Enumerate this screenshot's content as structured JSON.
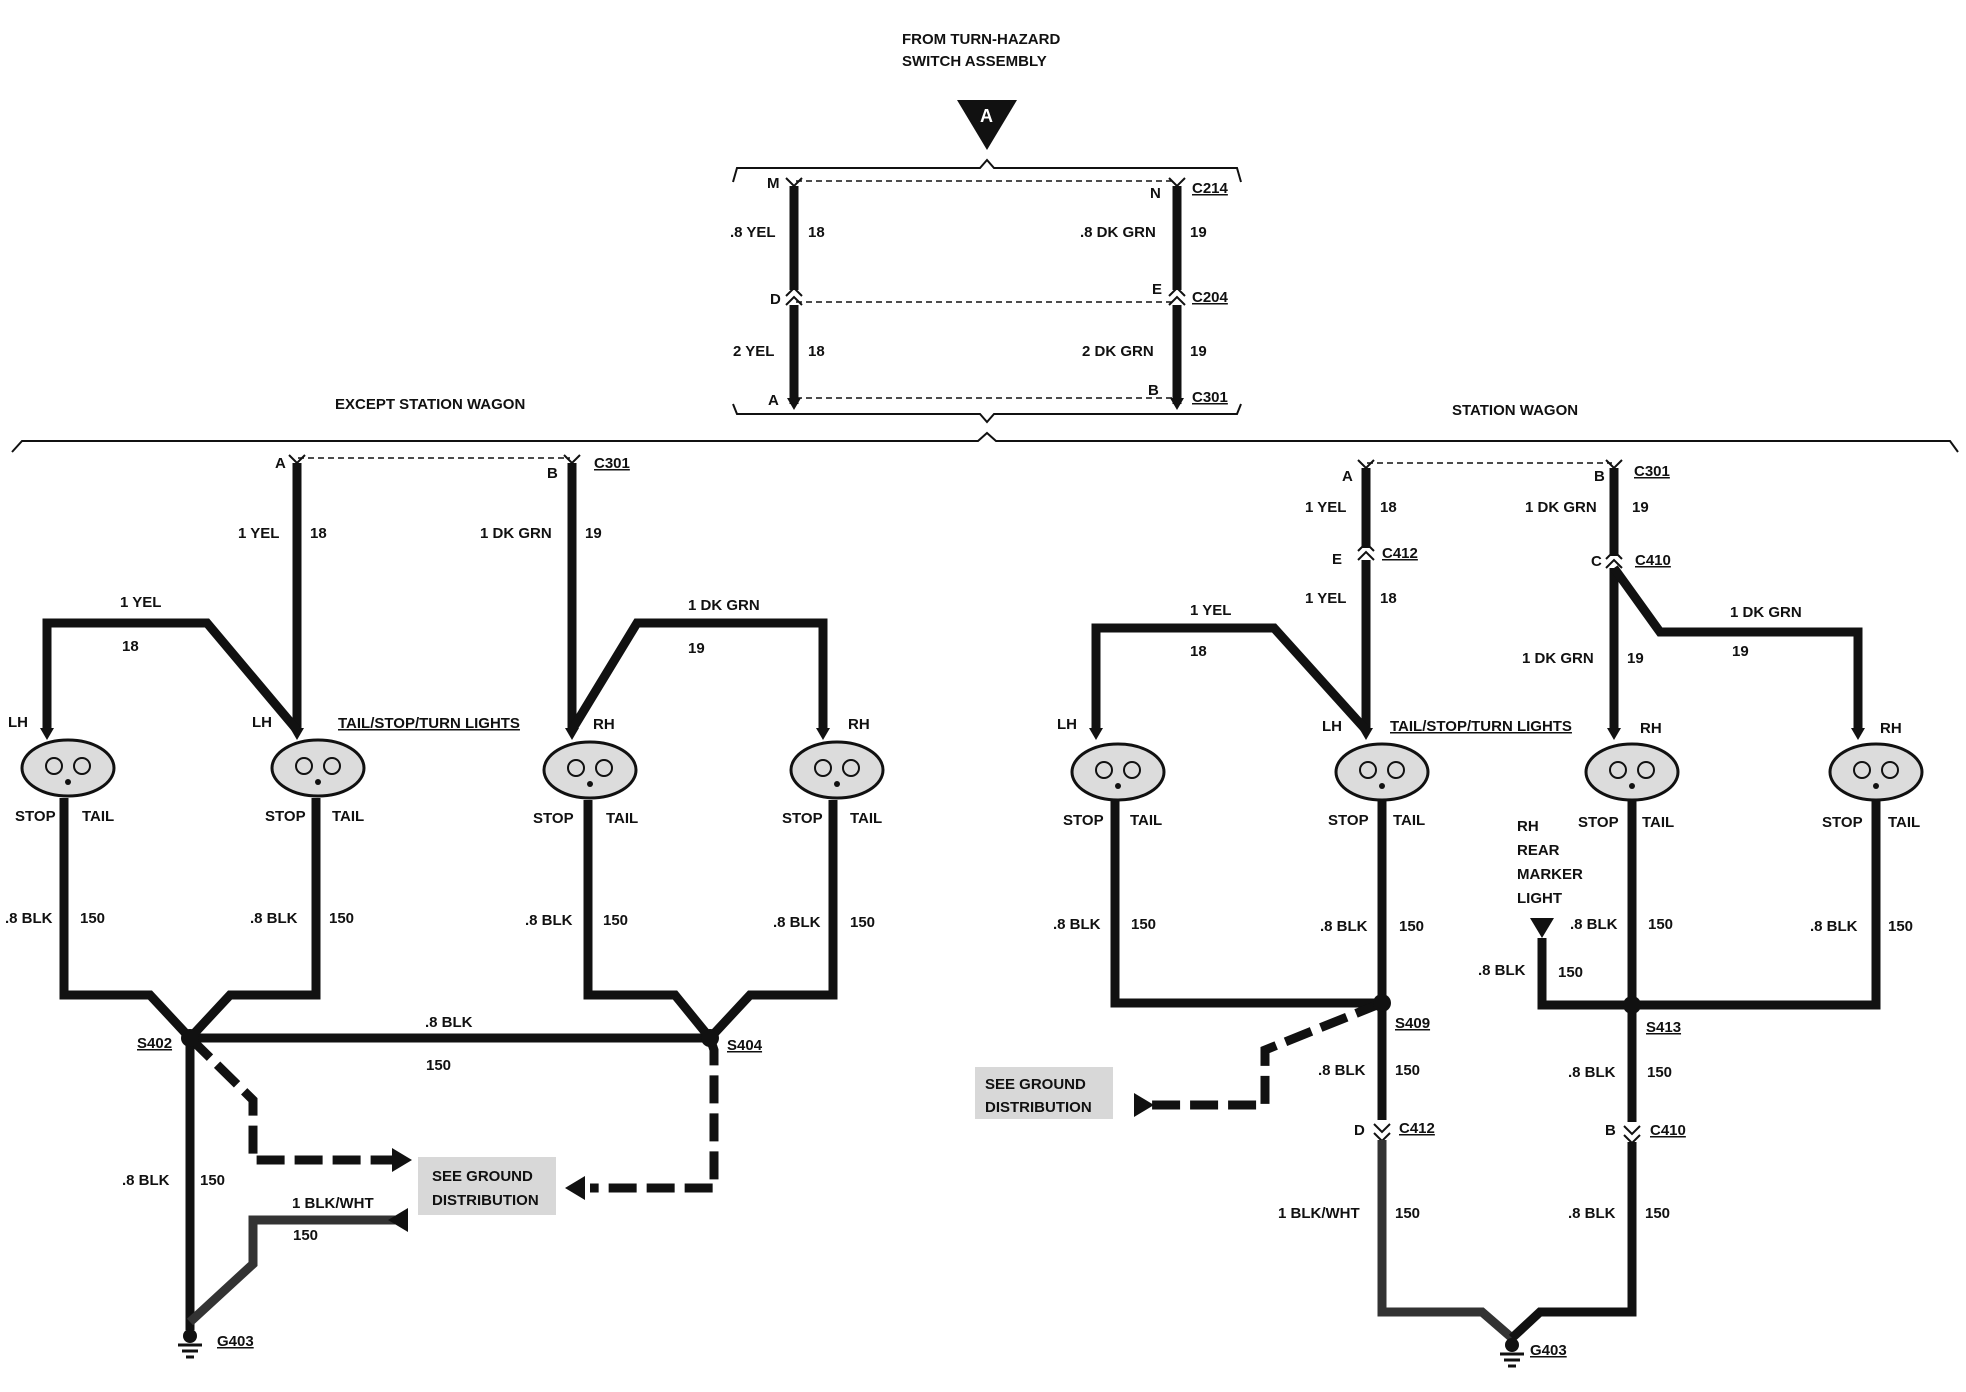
{
  "header": {
    "line1": "FROM TURN-HAZARD",
    "line2": "SWITCH ASSEMBLY",
    "marker": "A"
  },
  "sections": {
    "except": "EXCEPT STATION WAGON",
    "wagon": "STATION WAGON"
  },
  "connectors": {
    "c214": "C214",
    "c204": "C204",
    "c301": "C301",
    "c412": "C412",
    "c410": "C410",
    "pin_m": "M",
    "pin_n": "N",
    "pin_d": "D",
    "pin_e": "E",
    "pin_a": "A",
    "pin_b": "B",
    "pin_c": "C"
  },
  "wires": {
    "yel_08": ".8 YEL",
    "dkgrn_08": ".8 DK GRN",
    "yel_2": "2 YEL",
    "dkgrn_2": "2 DK GRN",
    "yel_1": "1 YEL",
    "dkgrn_1": "1 DK GRN",
    "blk_08": ".8 BLK",
    "blkwht_1": "1 BLK/WHT",
    "c18": "18",
    "c19": "19",
    "c150": "150"
  },
  "lamps": {
    "title": "TAIL/STOP/TURN LIGHTS",
    "lh": "LH",
    "rh": "RH",
    "stop": "STOP",
    "tail": "TAIL"
  },
  "marker_light": {
    "line1": "RH",
    "line2": "REAR",
    "line3": "MARKER",
    "line4": "LIGHT"
  },
  "splices": {
    "s402": "S402",
    "s404": "S404",
    "s409": "S409",
    "s413": "S413"
  },
  "grounds": {
    "g403": "G403"
  },
  "see_ground": {
    "line1": "SEE GROUND",
    "line2": "DISTRIBUTION"
  }
}
